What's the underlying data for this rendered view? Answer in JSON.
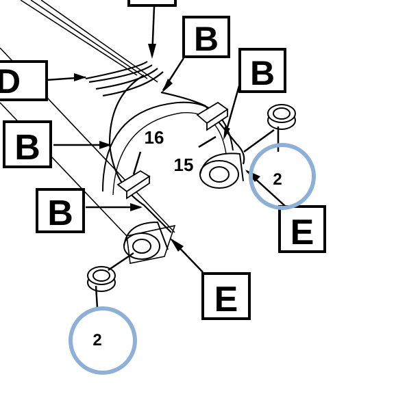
{
  "callouts": {
    "top_d": "D",
    "top_b": "B",
    "right_b": "B",
    "left_b": "B",
    "lower_b": "B",
    "right_e": "E",
    "bottom_e": "E"
  },
  "numbers": {
    "part_16": "16",
    "part_15": "15",
    "bushing_right": "2",
    "bushing_left": "2"
  },
  "colors": {
    "line": "#000000",
    "highlight_circle": "#8fb0d6",
    "background": "#ffffff"
  }
}
